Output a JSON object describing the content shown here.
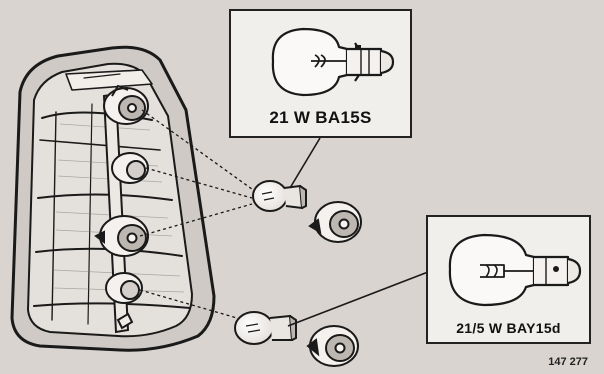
{
  "labels": {
    "bulb_upper": "21 W BA15S",
    "bulb_lower": "21/5 W BAY15d"
  },
  "figure_number": "147 277"
}
